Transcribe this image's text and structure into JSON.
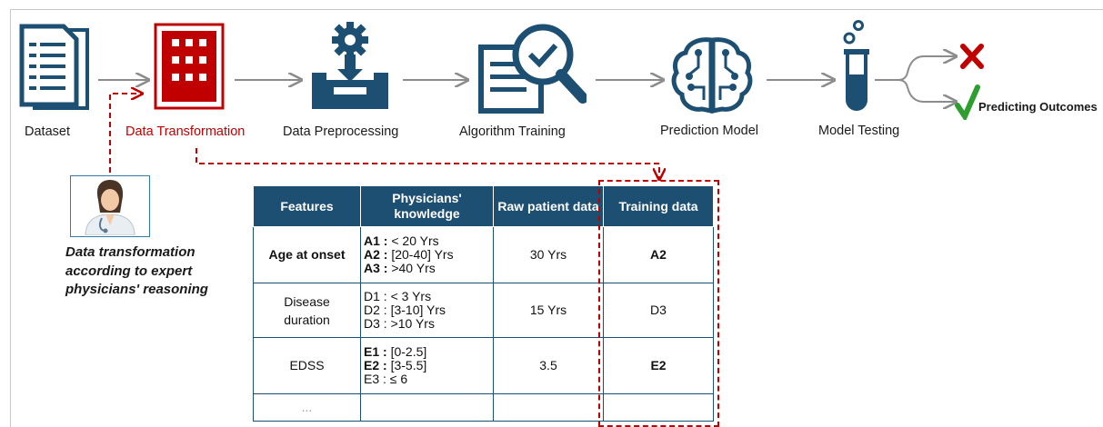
{
  "pipeline": {
    "dataset": "Dataset",
    "transformation": "Data Transformation",
    "preprocessing": "Data Preprocessing",
    "training": "Algorithm Training",
    "prediction_model": "Prediction Model",
    "model_testing": "Model Testing",
    "outcome": "Predicting Outcomes"
  },
  "expert_caption": [
    "Data transformation",
    "according to expert",
    "physicians' reasoning"
  ],
  "table": {
    "headers": [
      "Features",
      "Physicians' knowledge",
      "Raw patient data",
      "Training data"
    ],
    "rows": [
      {
        "feature": "Age at onset",
        "feature_bold": true,
        "levels": [
          {
            "code": "A1 :",
            "range": "< 20 Yrs",
            "code_bold": true
          },
          {
            "code": "A2 :",
            "range": "[20-40] Yrs",
            "code_bold": true
          },
          {
            "code": "A3 :",
            "range": ">40 Yrs",
            "code_bold": false
          }
        ],
        "raw": "30 Yrs",
        "training": "A2",
        "training_bold": true
      },
      {
        "feature": "Disease duration",
        "feature_bold": false,
        "levels": [
          {
            "code": "D1 :",
            "range": "< 3 Yrs",
            "code_bold": false
          },
          {
            "code": "D2 :",
            "range": "[3-10] Yrs",
            "code_bold": false
          },
          {
            "code": "D3 :",
            "range": ">10 Yrs",
            "code_bold": false
          }
        ],
        "raw": "15 Yrs",
        "training": "D3",
        "training_bold": false
      },
      {
        "feature": "EDSS",
        "feature_bold": false,
        "levels": [
          {
            "code": "E1 :",
            "range": "[0-2.5]",
            "code_bold": true
          },
          {
            "code": "E2 :",
            "range": "[3-5.5]",
            "code_bold": true
          },
          {
            "code": "E3 :",
            "range": "≤ 6",
            "code_bold": false
          }
        ],
        "raw": "3.5",
        "training": "E2",
        "training_bold": true
      }
    ],
    "ellipsis": "..."
  },
  "colors": {
    "navy": "#1d4f73",
    "red": "#c00000",
    "arrow": "#8c8c8c",
    "green": "#2e9e2e"
  }
}
